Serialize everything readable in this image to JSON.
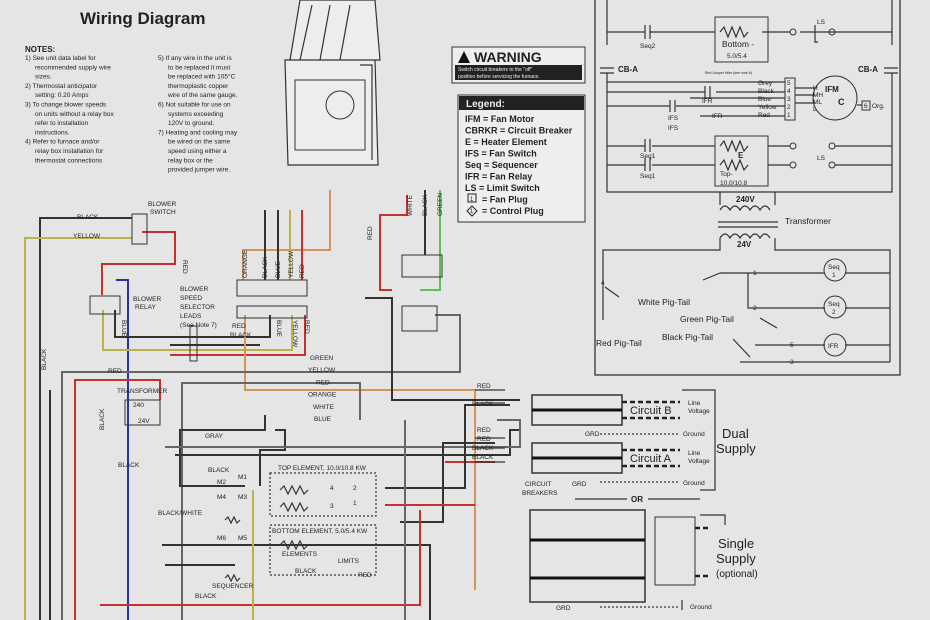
{
  "title": "Wiring Diagram",
  "notes": {
    "heading": "NOTES:",
    "left": [
      "1) See unit data label for",
      "recommended supply wire",
      "sizes.",
      "2) Thermostat anticipator",
      "setting: 0.20 Amps",
      "3) To change blower speeds",
      "on units without a relay box",
      "refer to installation",
      "instructions.",
      "4) Refer to furnace and/or",
      "relay box installation for",
      "thermostat connections"
    ],
    "right": [
      "5) If any wire in the unit is",
      "to be replaced it must",
      "be replaced with 105°C",
      "thermoplastic copper",
      "wire of the same gauge.",
      "6) Not suitable for use on",
      "systems exceeding",
      "120V to ground.",
      "7) Heating and cooling may",
      "be wired on the same",
      "speed using either a",
      "relay box or the",
      "provided jumper wire."
    ]
  },
  "warning": {
    "title": "WARNING",
    "text": [
      "Switch circuit breakers to the \"off\"",
      "position before servicing the furnace."
    ]
  },
  "legend": {
    "title": "Legend:",
    "items": [
      "IFM = Fan Motor",
      "CBRKR = Circuit Breaker",
      "E = Heater Element",
      "IFS = Fan Switch",
      "Seq = Sequencer",
      "IFR = Fan Relay",
      "LS = Limit Switch",
      "= Fan Plug",
      "= Control Plug"
    ],
    "fan_plug_symbol": "1",
    "control_plug_symbol": "1"
  },
  "schematic": {
    "seq2": "Seq2",
    "bottom": "Bottom -",
    "bottom_rating": "5.0/5.4",
    "ls": "LS",
    "cb_a": "CB-A",
    "jumper": "Red Jumper Wire (see note 6)",
    "plug_wires": [
      "Grey",
      "Black",
      "Blue",
      "Yellow",
      "Red"
    ],
    "plug_pins": [
      "5",
      "4",
      "3",
      "2",
      "1"
    ],
    "ifm": "IFM",
    "ifm_taps": [
      "H",
      "MH",
      "ML",
      "L"
    ],
    "common": "C",
    "org_pin": "6",
    "org": "Org.",
    "ifr": "IFR",
    "ifs": "IFS",
    "seq1": "Seq1",
    "e": "E",
    "top": "Top-",
    "top_rating": "10.0/10.8",
    "v240": "240V",
    "transformer": "Transformer",
    "v24": "24V",
    "coils": [
      [
        "Seq",
        "1"
      ],
      [
        "Seq",
        "2"
      ],
      [
        "IFR",
        ""
      ]
    ],
    "control_pins": [
      "1",
      "2",
      "5",
      "3",
      "4"
    ],
    "pigtails": [
      "White Pig-Tail",
      "Green Pig-Tail",
      "Black Pig-Tail",
      "Red Pig-Tail"
    ]
  },
  "wiring": {
    "blower_switch": [
      "BLOWER",
      "SWITCH"
    ],
    "black": "BLACK",
    "yellow": "YELLOW",
    "red": "RED",
    "blue": "BLUE",
    "blower_relay": [
      "BLOWER",
      "RELAY"
    ],
    "selector": [
      "BLOWER",
      "SPEED",
      "SELECTOR",
      "LEADS",
      "(See Note 7)"
    ],
    "motor_leads": [
      "ORANGE",
      "BLACK",
      "BLUE",
      "YELLOW",
      "RED"
    ],
    "lower_leads": [
      "BLUE",
      "YELLOW",
      "RED"
    ],
    "panel_leads": [
      "WHITE",
      "BLACK",
      "GREEN"
    ],
    "bus": [
      "GREEN",
      "YELLOW",
      "RED",
      "ORANGE",
      "WHITE",
      "BLUE"
    ],
    "transformer": "TRANSFORMER",
    "t240": "240",
    "t24": "24V",
    "gray": "GRAY",
    "black_white": "BLACK/WHITE",
    "top_element": "TOP ELEMENT, 10.0/10.8 KW",
    "bottom_element": "BOTTOM ELEMENT, 5.0/5.4 KW",
    "elements": "ELEMENTS",
    "limits": "LIMITS",
    "sequencer": "SEQUENCER",
    "seq_contacts": [
      "M2",
      "M1",
      "M4",
      "M3",
      "M6",
      "M5"
    ],
    "limit_pins": [
      "4",
      "2",
      "3",
      "1"
    ]
  },
  "breakers": {
    "feed_labels": [
      "RED",
      "BLACK",
      "RED",
      "RED",
      "BLACK",
      "BLACK"
    ],
    "circuit_b": "Circuit B",
    "circuit_a": "Circuit A",
    "line_voltage": [
      "Line",
      "Voltage"
    ],
    "ground": "Ground",
    "grd": "GRD",
    "dual_supply": [
      "Dual",
      "Supply"
    ],
    "circuit_breakers": [
      "CIRCUIT",
      "BREAKERS"
    ],
    "or": "OR",
    "single_supply": [
      "Single",
      "Supply",
      "(optional)"
    ]
  }
}
